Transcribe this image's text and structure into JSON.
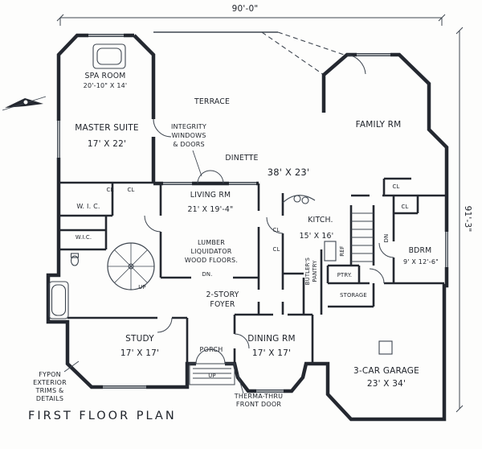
{
  "plan": {
    "title": "FIRST FLOOR PLAN",
    "dim_top": "90'-0\"",
    "dim_right": "91'-3\""
  },
  "rooms": {
    "spa": {
      "name": "SPA ROOM",
      "size": "20'-10\" X 14'"
    },
    "terrace": {
      "name": "TERRACE"
    },
    "master": {
      "name": "MASTER SUITE",
      "size": "17' X 22'"
    },
    "dinette": {
      "name": "DINETTE"
    },
    "family": {
      "name": "FAMILY RM",
      "size": "38' X 23'"
    },
    "living": {
      "name": "LIVING RM",
      "size": "21' X 19'-4\""
    },
    "kitchen": {
      "name": "KITCH.",
      "size": "15' X 16'"
    },
    "bdrm": {
      "name": "BDRM",
      "size": "9' X 12'-6\""
    },
    "foyer": {
      "line1": "2-STORY",
      "line2": "FOYER"
    },
    "study": {
      "name": "STUDY",
      "size": "17' X 17'"
    },
    "porch": {
      "name": "PORCH"
    },
    "dining": {
      "name": "DINING RM",
      "size": "17' X 17'"
    },
    "garage": {
      "name": "3-CAR GARAGE",
      "size": "23' X 34'"
    },
    "pantry": {
      "name": "PTRY."
    },
    "butlers": {
      "line1": "BUTLER'S",
      "line2": "PANTRY"
    },
    "storage": {
      "name": "STORAGE"
    },
    "wic_large": {
      "name": "W. I. C."
    },
    "wic_small": {
      "name": "W.I.C."
    }
  },
  "annotations": {
    "integrity": [
      "INTEGRITY",
      "WINDOWS",
      "& DOORS"
    ],
    "lumber": [
      "LUMBER",
      "LIQUIDATOR",
      "WOOD FLOORS."
    ],
    "fypon": [
      "FYPON",
      "EXTERIOR",
      "TRIMS &",
      "DETAILS"
    ],
    "therma": [
      "THERMA-THRU",
      "FRONT DOOR"
    ]
  },
  "markers": {
    "cl": "CL",
    "dn": "DN",
    "dn_dot": "DN.",
    "up": "UP",
    "ref": "REF"
  },
  "colors": {
    "wall": "#242830",
    "thin_line": "#3e4650",
    "text": "#20242b",
    "paper": "#fdfdfc"
  }
}
